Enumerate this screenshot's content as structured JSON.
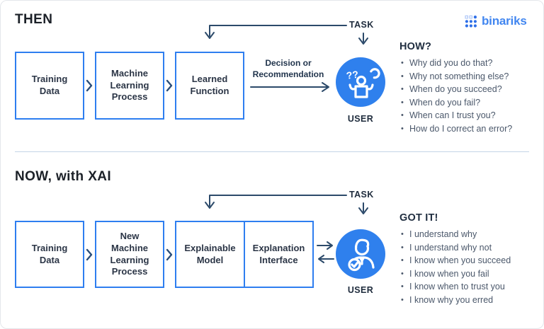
{
  "colors": {
    "box_border_blue": "#2e7ef0",
    "user_circle_blue": "#2f80ed",
    "arrow_navy": "#2c4a6a",
    "heading_dark": "#1c2128",
    "list_text_gray": "#4b586b",
    "divider_blue_gray": "#c3d4e6",
    "logo_blue": "#4186f0"
  },
  "logo": {
    "text": "binariks"
  },
  "then": {
    "title": "THEN",
    "task_label": "TASK",
    "boxes": [
      "Training Data",
      "Machine Learning Process",
      "Learned Function"
    ],
    "flow_label": {
      "line1": "Decision or",
      "line2": "Recommendation"
    },
    "user_label": "USER",
    "user_icon_marks": "??",
    "questions": {
      "heading": "HOW?",
      "items": [
        "Why did you do that?",
        "Why not something else?",
        "When do you succeed?",
        "When do you fail?",
        "When can I trust you?",
        "How do I correct an error?"
      ]
    }
  },
  "now": {
    "title": "NOW, with XAI",
    "task_label": "TASK",
    "boxes": [
      "Training Data",
      "New Machine Learning Process",
      "Explainable Model",
      "Explanation Interface"
    ],
    "user_label": "USER",
    "answers": {
      "heading": "GOT IT!",
      "items": [
        "I understand why",
        "I understand why not",
        "I know when you succeed",
        "I know when you fail",
        "I know when to trust you",
        "I know why you erred"
      ]
    }
  }
}
